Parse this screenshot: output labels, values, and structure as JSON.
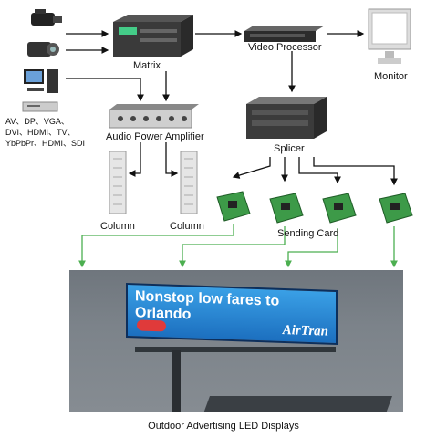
{
  "nodes": {
    "matrix": "Matrix",
    "video_processor": "Video Processor",
    "monitor": "Monitor",
    "audio_amp": "Audio Power Amplifier",
    "splicer": "Splicer",
    "column_left": "Column",
    "column_right": "Column",
    "sending_card": "Sending Card"
  },
  "inputs": {
    "line1": "AV、DP、VGA、",
    "line2": "DVI、HDMI、TV、",
    "line3": "YbPbPr、HDMI、SDI"
  },
  "billboard": {
    "headline": "Nonstop low fares to Orlando",
    "brand": "AirTran"
  },
  "caption": "Outdoor Advertising LED Displays",
  "colors": {
    "arrow_black": "#111111",
    "arrow_green": "#4caf50",
    "board_blue": "#2a86d6"
  }
}
